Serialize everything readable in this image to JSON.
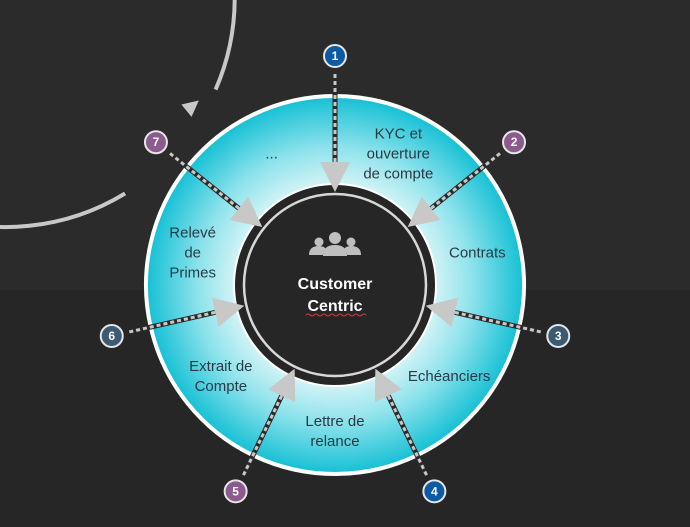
{
  "center": {
    "title_line1": "Customer",
    "title_line2": "Centric",
    "icon": "people-group-icon"
  },
  "segments": [
    {
      "label_lines": [
        "KYC et",
        "ouverture",
        "de compte"
      ]
    },
    {
      "label_lines": [
        "Contrats"
      ]
    },
    {
      "label_lines": [
        "Echéanciers"
      ]
    },
    {
      "label_lines": [
        "Lettre de",
        "relance"
      ]
    },
    {
      "label_lines": [
        "Extrait de",
        "Compte"
      ]
    },
    {
      "label_lines": [
        "Relevé",
        "de",
        "Primes"
      ]
    },
    {
      "label_lines": [
        "..."
      ]
    }
  ],
  "badges": [
    {
      "number": "1",
      "color": "#0b5aa6"
    },
    {
      "number": "2",
      "color": "#8c5a8f"
    },
    {
      "number": "3",
      "color": "#3d5a73"
    },
    {
      "number": "4",
      "color": "#0b5aa6"
    },
    {
      "number": "5",
      "color": "#8c5a8f"
    },
    {
      "number": "6",
      "color": "#3d5a73"
    },
    {
      "number": "7",
      "color": "#8c5a8f"
    }
  ],
  "colors": {
    "segment_outer": "#1fc2d6",
    "segment_inner": "#d9f4f6",
    "segment_border": "#ffffff",
    "center_fill": "#262626",
    "orbit": "#c8c8c8",
    "dashed_arrow": "#c8c8c8"
  }
}
